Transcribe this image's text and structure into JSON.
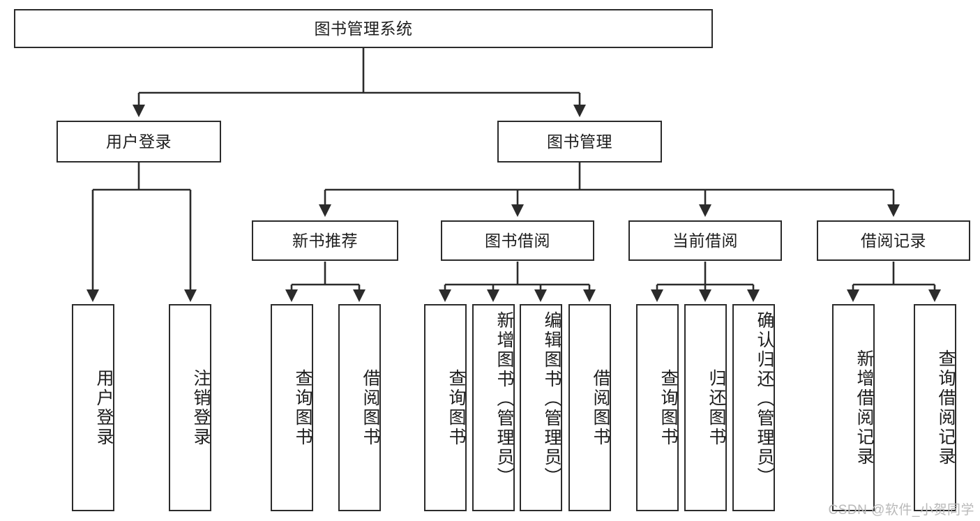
{
  "diagram": {
    "type": "tree-hierarchy",
    "title": "图书管理系统",
    "watermark": "CSDN @软件_小贺同学",
    "colors": {
      "box_border": "#2b2b2b",
      "box_fill": "#ffffff",
      "connector": "#2b2b2b",
      "text": "#1d1d1d",
      "watermark": "#b9b9b9"
    },
    "root": {
      "id": "root",
      "label": "图书管理系统",
      "orientation": "horizontal"
    },
    "level2": [
      {
        "id": "user-login",
        "label": "用户登录",
        "orientation": "horizontal"
      },
      {
        "id": "book-manage",
        "label": "图书管理",
        "orientation": "horizontal"
      }
    ],
    "level3": [
      {
        "id": "new-book-recommend",
        "label": "新书推荐",
        "orientation": "horizontal",
        "parent": "book-manage"
      },
      {
        "id": "book-borrow",
        "label": "图书借阅",
        "orientation": "horizontal",
        "parent": "book-manage"
      },
      {
        "id": "current-borrow",
        "label": "当前借阅",
        "orientation": "horizontal",
        "parent": "book-manage"
      },
      {
        "id": "borrow-record",
        "label": "借阅记录",
        "orientation": "horizontal",
        "parent": "book-manage"
      }
    ],
    "leaves": [
      {
        "id": "leaf-user-login",
        "label": "用户登录",
        "parent": "user-login"
      },
      {
        "id": "leaf-user-logout",
        "label": "注销登录",
        "parent": "user-login"
      },
      {
        "id": "leaf-query-book-1",
        "label": "查询图书",
        "parent": "new-book-recommend"
      },
      {
        "id": "leaf-borrow-book-1",
        "label": "借阅图书",
        "parent": "new-book-recommend"
      },
      {
        "id": "leaf-query-book-2",
        "label": "查询图书",
        "parent": "book-borrow"
      },
      {
        "id": "leaf-add-book",
        "label": "新增图书（管理员）",
        "parent": "book-borrow"
      },
      {
        "id": "leaf-edit-book",
        "label": "编辑图书（管理员）",
        "parent": "book-borrow"
      },
      {
        "id": "leaf-borrow-book-2",
        "label": "借阅图书",
        "parent": "book-borrow"
      },
      {
        "id": "leaf-query-book-3",
        "label": "查询图书",
        "parent": "current-borrow"
      },
      {
        "id": "leaf-return-book",
        "label": "归还图书",
        "parent": "current-borrow"
      },
      {
        "id": "leaf-confirm-return",
        "label": "确认归还（管理员）",
        "parent": "current-borrow"
      },
      {
        "id": "leaf-add-record",
        "label": "新增借阅记录",
        "parent": "borrow-record"
      },
      {
        "id": "leaf-query-record",
        "label": "查询借阅记录",
        "parent": "borrow-record"
      }
    ]
  }
}
